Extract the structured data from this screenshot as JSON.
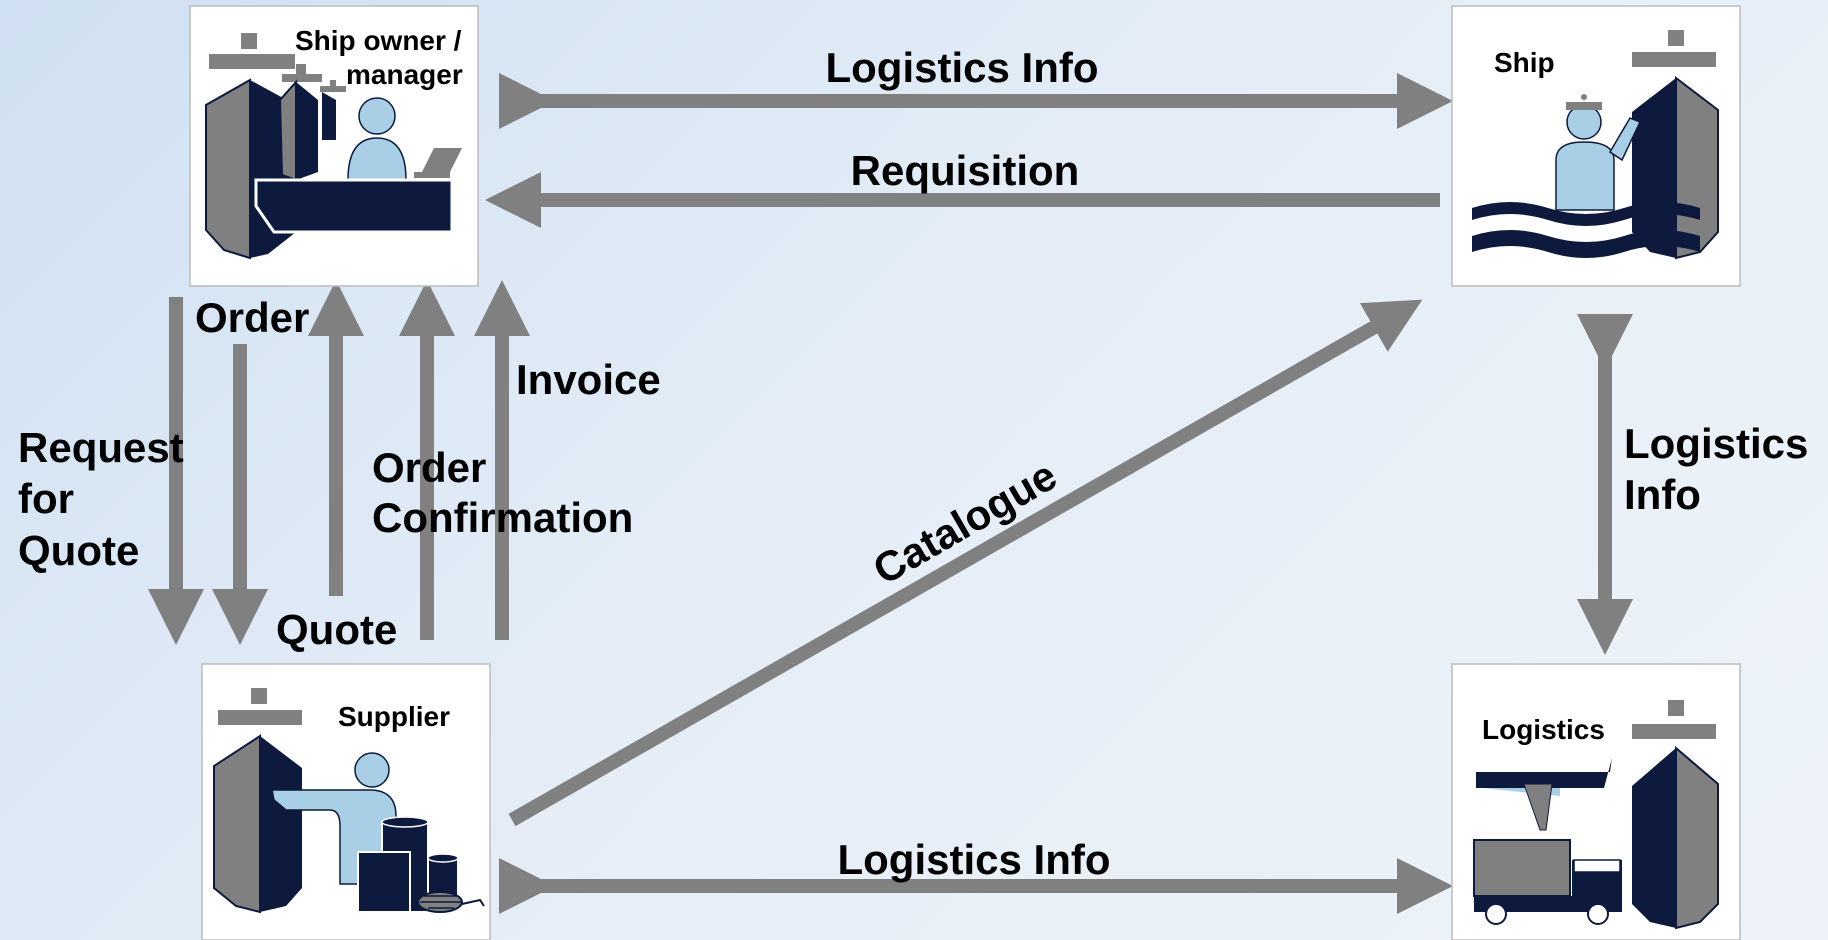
{
  "colors": {
    "arrow": "#808080",
    "navy": "#0d1a3d",
    "light_blue": "#a8cfe6",
    "gray": "#888888",
    "box_border": "#bbbbbb"
  },
  "nodes": {
    "ship_owner": {
      "title_line1": "Ship owner /",
      "title_line2": "manager"
    },
    "ship": {
      "title": "Ship"
    },
    "supplier": {
      "title": "Supplier"
    },
    "logistics": {
      "title": "Logistics"
    }
  },
  "edges": {
    "owner_ship_logistics": "Logistics Info",
    "requisition": "Requisition",
    "order": "Order",
    "invoice": "Invoice",
    "rfq_line1": "Request",
    "rfq_line2": "for",
    "rfq_line3": "Quote",
    "order_conf_line1": "Order",
    "order_conf_line2": "Confirmation",
    "quote": "Quote",
    "catalogue": "Catalogue",
    "ship_logistics_line1": "Logistics",
    "ship_logistics_line2": "Info",
    "supplier_logistics": "Logistics Info"
  }
}
